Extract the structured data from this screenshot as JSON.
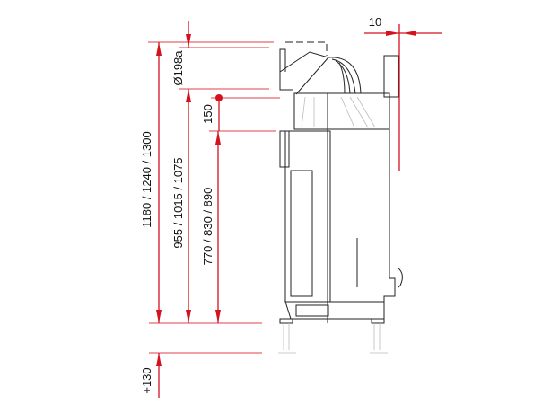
{
  "dimensions": {
    "total_height": "1180 / 1240 / 1300",
    "flue_top": "955 / 1015 / 1075",
    "flue_center": "770 / 830 / 890",
    "flue_diameter": "Ø198a",
    "offset": "150",
    "leg_extension": "+130",
    "glass_offset": "10"
  },
  "colors": {
    "dimension": "#d4121e",
    "drawing": "#222222"
  }
}
